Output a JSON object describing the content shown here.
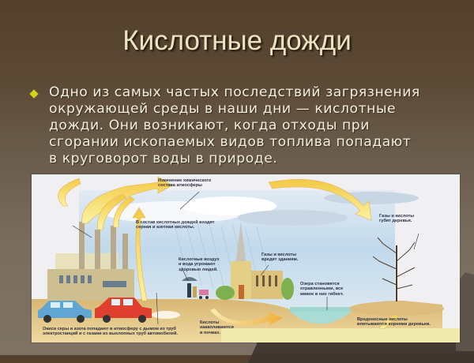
{
  "slide": {
    "title": "Кислотные дожди",
    "bullet": {
      "icon": "diamond-bullet-icon",
      "text": "Одно из самых частых последствий загрязнения\nокружающей среды в наши дни — кислотные\nдожди. Они возникают, когда отходы при\nсгорании ископаемых видов топлива попадают\nв круговорот воды в природе."
    },
    "colors": {
      "title": "#ede3bf",
      "body_text": "#f2eede",
      "bullet": "#d4d21c",
      "background_top": "#53402c",
      "background_bottom": "#7d7264"
    }
  },
  "illustration": {
    "labels": {
      "atmosphere_change": "Изменение химического\nсостава атмосферы",
      "acid_rain_composition": "В состав кислотных дождей входят\nсерная и азотная кислоты.",
      "air_water_threat": "Кислотные воздух\nи вода угрожают\nздоровью людей.",
      "buildings_damage": "Газы и кислоты\nвредят зданиям.",
      "trees_killed": "Газы и кислоты\nгубят деревья.",
      "lakes_poisoned": "Озера становятся\nотравленными, все\nживое в них гибнет.",
      "soil_accumulation": "Кислоты\nнакапливаются\nв почвах.",
      "emissions_source": "Окиси серы и азота попадают в атмосферу с дымом из труб\nэлектростанций и с газами из выхлопных труб автомобилей.",
      "roots_absorb": "Вредоносные кислоты\nвпитываются корнями деревьев."
    }
  }
}
